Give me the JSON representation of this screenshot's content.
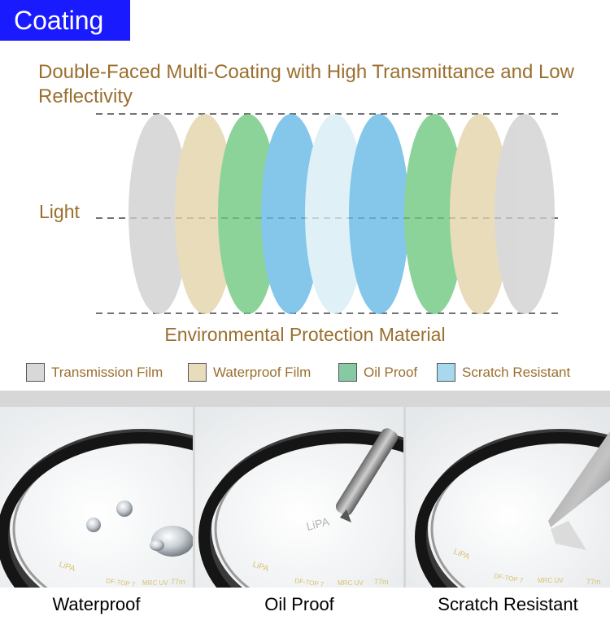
{
  "section_tag": "Coating",
  "headline": "Double-Faced Multi-Coating with High Transmittance and Low Reflectivity",
  "diagram": {
    "light_label": "Light",
    "material_label": "Environmental Protection Material"
  },
  "legend": [
    {
      "label": "Transmission Film",
      "color": "#d8d8d8"
    },
    {
      "label": "Waterproof Film",
      "color": "#e8dcbc"
    },
    {
      "label": "Oil Proof",
      "color": "#86c9a2"
    },
    {
      "label": "Scratch Resistant",
      "color": "#a8d8ee"
    }
  ],
  "photos": [
    {
      "caption": "Waterproof"
    },
    {
      "caption": "Oil Proof",
      "writing": "LiPA"
    },
    {
      "caption": "Scratch Resistant"
    }
  ],
  "ring_text": {
    "brand": "LiPA",
    "model": "DF-TOP 7",
    "coating": "MRC UV",
    "size": "77m"
  },
  "colors": {
    "tag_bg": "#1a1aff",
    "accent_text": "#9a6f2e",
    "grey_film": "#cfcfcf",
    "tan_film": "#e4d3a7",
    "green_film": "#6cc77d",
    "blue_film": "#62b8e6",
    "pale_film": "#d7eef4"
  }
}
